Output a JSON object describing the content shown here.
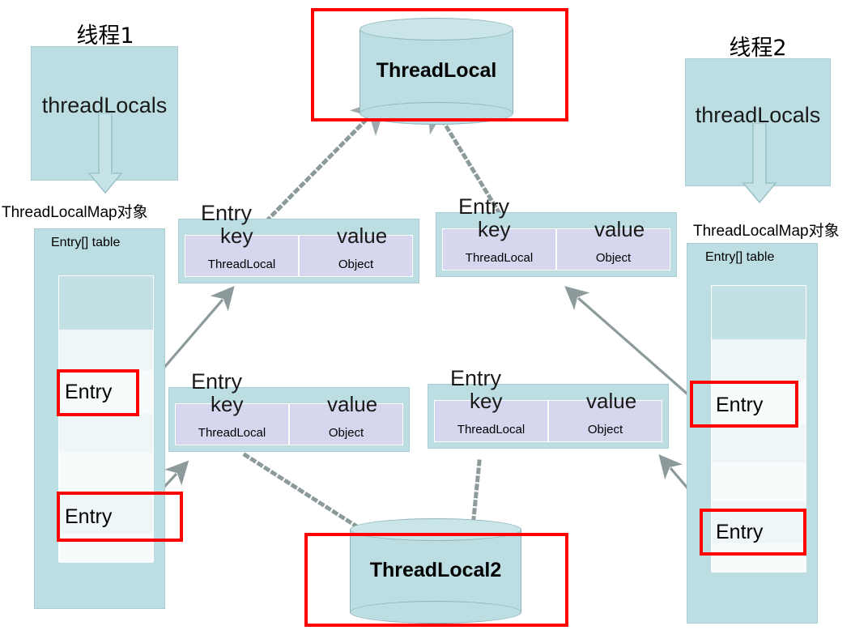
{
  "diagram": {
    "title": "ThreadLocal / ThreadLocalMap structure",
    "colors": {
      "teal_fill": "#bcdee2",
      "teal_border": "#a8ced3",
      "lavender_cell": "#d6d6ef",
      "highlight_red": "#ff0000",
      "arrow_gray": "#8c9a9c",
      "table_slot": "#f2f9fa"
    }
  },
  "threads": [
    {
      "id": "thread1",
      "title": "线程1",
      "box_label": "threadLocals",
      "map_caption": "ThreadLocalMap对象",
      "table_caption": "Entry[] table",
      "slots": [
        {
          "label": "",
          "highlighted": false
        },
        {
          "label": "",
          "highlighted": false
        },
        {
          "label": "Entry",
          "highlighted": true
        },
        {
          "label": "",
          "highlighted": false
        },
        {
          "label": "",
          "highlighted": false
        },
        {
          "label": "Entry",
          "highlighted": true
        },
        {
          "label": "",
          "highlighted": false
        }
      ]
    },
    {
      "id": "thread2",
      "title": "线程2",
      "box_label": "threadLocals",
      "map_caption": "ThreadLocalMap对象",
      "table_caption": "Entry[] table",
      "slots": [
        {
          "label": "",
          "highlighted": false
        },
        {
          "label": "",
          "highlighted": false
        },
        {
          "label": "Entry",
          "highlighted": true
        },
        {
          "label": "",
          "highlighted": false
        },
        {
          "label": "",
          "highlighted": false
        },
        {
          "label": "Entry",
          "highlighted": true
        },
        {
          "label": "",
          "highlighted": false
        }
      ]
    }
  ],
  "entry_cards": [
    {
      "id": "entry-card-top-left",
      "title": "Entry",
      "key_label": "key",
      "value_label": "value",
      "key_type": "ThreadLocal",
      "value_type": "Object"
    },
    {
      "id": "entry-card-top-right",
      "title": "Entry",
      "key_label": "key",
      "value_label": "value",
      "key_type": "ThreadLocal",
      "value_type": "Object"
    },
    {
      "id": "entry-card-bottom-left",
      "title": "Entry",
      "key_label": "key",
      "value_label": "value",
      "key_type": "ThreadLocal",
      "value_type": "Object"
    },
    {
      "id": "entry-card-bottom-right",
      "title": "Entry",
      "key_label": "key",
      "value_label": "value",
      "key_type": "ThreadLocal",
      "value_type": "Object"
    }
  ],
  "cylinders": [
    {
      "id": "threadlocal-top",
      "label": "ThreadLocal",
      "highlighted": true
    },
    {
      "id": "threadlocal-bottom",
      "label": "ThreadLocal2",
      "highlighted": true
    }
  ]
}
